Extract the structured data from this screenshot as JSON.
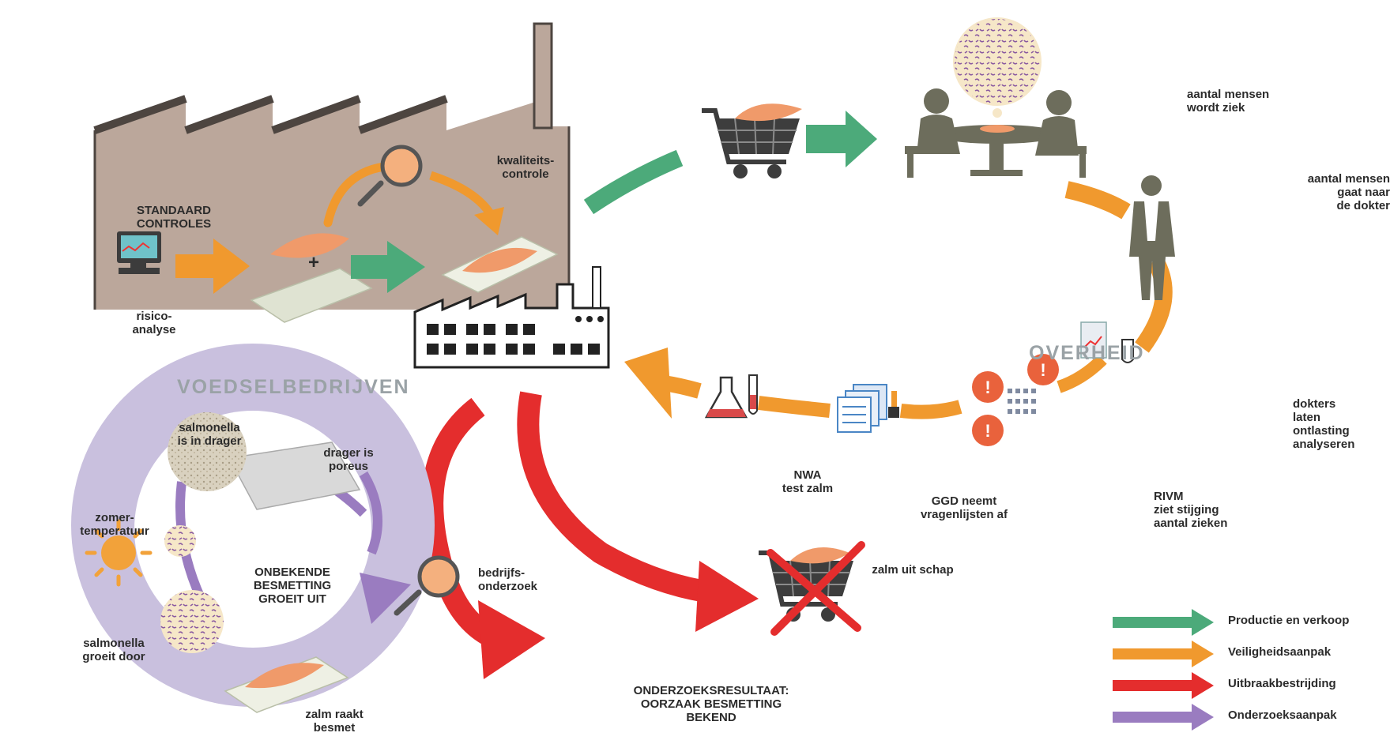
{
  "colors": {
    "production_green": "#4caa7a",
    "safety_orange": "#f0992e",
    "outbreak_red": "#e42d2d",
    "research_purple": "#9a7cc0",
    "factory_brown": "#bba79b",
    "figure_gray": "#6d6d5c"
  },
  "sections": {
    "food_companies": "VOEDSELBEDRIJVEN",
    "government": "OVERHEID"
  },
  "factory": {
    "standard_controls": "STANDAARD\nCONTROLES",
    "quality_control": "kwaliteits-\ncontrole",
    "risk_analysis": "risico-\nanalyse"
  },
  "government_chain": {
    "people_sick": "aantal mensen\nwordt ziek",
    "people_to_doctor": "aantal mensen\ngaat naar\nde dokter",
    "doctors_analyse": "dokters\nlaten\nontlasting\nanalyseren",
    "rivm": "RIVM\nziet stijging\naantal zieken",
    "ggd": "GGD neemt\nvragenlijsten af",
    "nwa": "NWA\ntest zalm"
  },
  "investigation": {
    "salmonella_in_carrier": "salmonella\nis in drager",
    "carrier_porous": "drager is\nporeus",
    "summer_temperature": "zomer-\ntemperatuur",
    "unknown_contamination": "ONBEKENDE\nBESMETTING\nGROEIT UIT",
    "salmonella_grows": "salmonella\ngroeit door",
    "salmon_contaminated": "zalm raakt\nbesmet",
    "company_research": "bedrijfs-\nonderzoek",
    "research_result": "ONDERZOEKSRESULTAAT:\nOORZAAK BESMETTING\nBEKEND",
    "salmon_off_shelf": "zalm uit schap"
  },
  "legend": [
    {
      "label": "Productie en verkoop",
      "color": "#4caa7a"
    },
    {
      "label": "Veiligheidsaanpak",
      "color": "#f0992e"
    },
    {
      "label": "Uitbraakbestrijding",
      "color": "#e42d2d"
    },
    {
      "label": "Onderzoeksaanpak",
      "color": "#9a7cc0"
    }
  ],
  "icons": [
    "factory-icon",
    "small-factory-icon",
    "computer-icon",
    "magnifier-icon",
    "shopping-cart-icon",
    "diners-icon",
    "doctor-icon",
    "chart-icon",
    "alert-icon",
    "questionnaire-icon",
    "lab-flask-icon",
    "sun-icon",
    "crossed-cart-icon",
    "bacteria-icon"
  ]
}
